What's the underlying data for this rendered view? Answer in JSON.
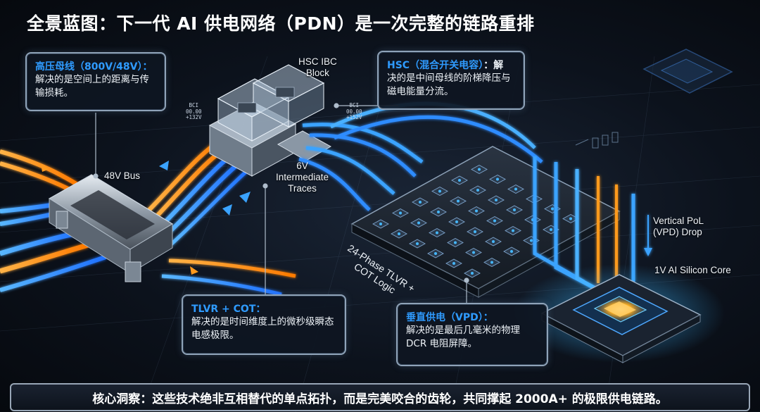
{
  "title": "全景蓝图：下一代 AI 供电网络（PDN）是一次完整的链路重排",
  "callouts": {
    "hv_bus": {
      "heading": "高压母线（800V/48V）：",
      "body": "解决的是空间上的距离与传输损耗。"
    },
    "hsc": {
      "heading": "HSC（混合开关电容）",
      "heading_sep": "：解",
      "body": "决的是中间母线的阶梯降压与磁电能量分流。"
    },
    "tlvr": {
      "heading": "TLVR + COT：",
      "body": "解决的是时间维度上的微秒级瞬态电感极限。"
    },
    "vpd": {
      "heading": "垂直供电（VPD）：",
      "body": "解决的是最后几毫米的物理DCR 电阻屏障。"
    }
  },
  "labels": {
    "hsc_ibc": "HSC IBC\nBlock",
    "bus_48v": "48V Bus",
    "intermediate": "6V\nIntermediate\nTraces",
    "tlvr_phase": "24-Phase TLVR +\nCOT Logic",
    "vpd_drop": "Vertical PoL\n(VPD) Drop",
    "silicon": "1V AI Silicon Core"
  },
  "tiny_readouts": {
    "left": "BCI\n00.00\n+132V",
    "right": "BCI\n00.00\n+152V"
  },
  "insight": "核心洞察：这些技术绝非互相替代的单点拓扑，而是完美咬合的齿轮，共同撑起 2000A+ 的极限供电链路。",
  "colors": {
    "accent_blue": "#2f9bff",
    "flow_orange": "#ff9a1f",
    "chip_glow": "#39c6ff",
    "frame": "#8fa3b8"
  }
}
